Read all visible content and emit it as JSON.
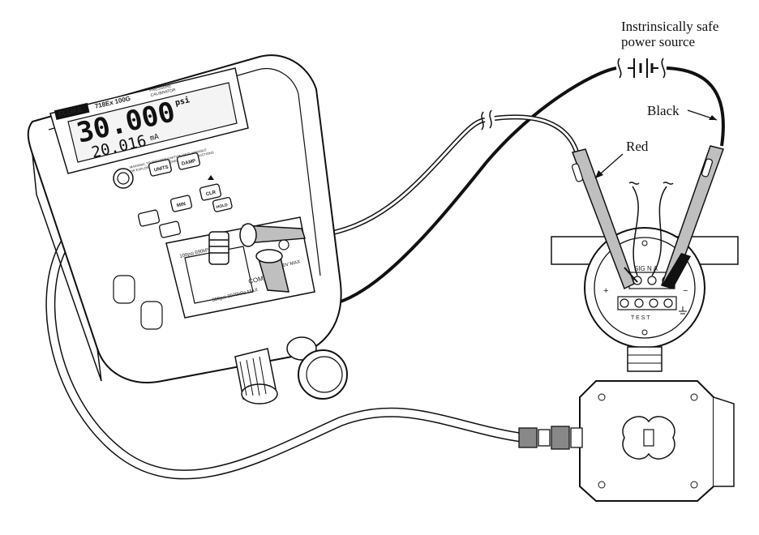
{
  "labels": {
    "power_source_line1": "Instrinsically safe",
    "power_source_line2": "power source",
    "black_lead": "Black",
    "red_lead": "Red"
  },
  "calibrator": {
    "brand": "FLUKE",
    "model": "718Ex 100G",
    "subtitle_line1": "PRESSURE",
    "subtitle_line2": "CALIBRATOR",
    "primary_reading": "30.000",
    "primary_unit": "psi",
    "secondary_reading": "20.016",
    "secondary_unit": "mA",
    "warning_line1": "WARNING: TO PREVENT IGNITION OF FLAMMABLE",
    "warning_line2": "OR EXPLOSIVE ATMOSPHERES, READ INSTRUCTIONS",
    "buttons": {
      "units": "UNITS",
      "damp": "DAMP",
      "min": "MIN",
      "clr": "CLR",
      "hold": "HOLD"
    },
    "ports": {
      "com": "COM",
      "rating_left": "300psi 2070kPa MAX",
      "rating_port": "100psi 690kPa",
      "rating_right": "30V MAX"
    }
  },
  "transmitter": {
    "terminal_top": "SIG N A",
    "terminal_plus": "+",
    "terminal_minus": "−",
    "test_label": "T E S T"
  },
  "colors": {
    "line": "#111111",
    "body_light": "#ffffff",
    "lead_gray": "#bfbfbf",
    "lead_black": "#111111"
  }
}
